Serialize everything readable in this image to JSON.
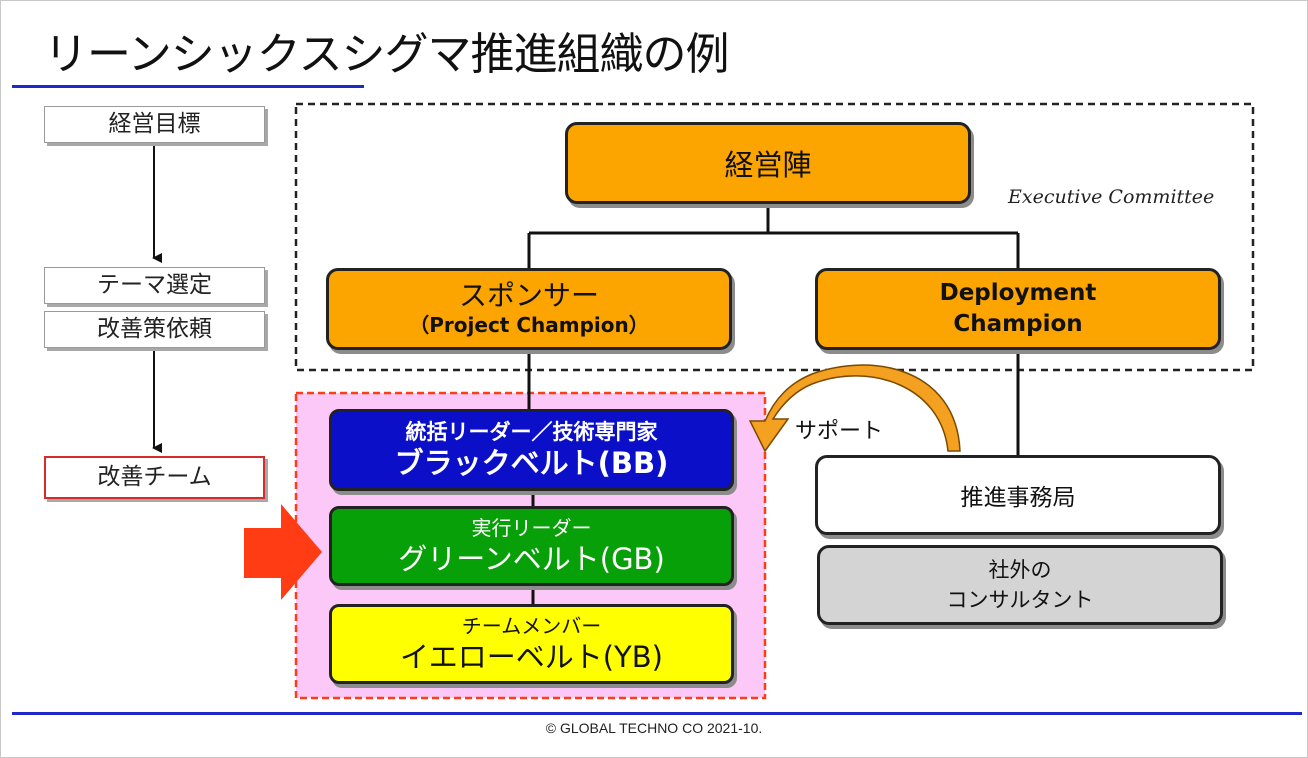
{
  "title": "リーンシックスシグマ推進組織の例",
  "left_flow": {
    "goal": "経営目標",
    "theme": "テーマ選定",
    "request": "改善策依頼",
    "team": "改善チーム"
  },
  "executive_committee_label": "Executive Committee",
  "management": "経営陣",
  "sponsor": {
    "name": "スポンサー",
    "sub": "（Project Champion）"
  },
  "deployment_champion": {
    "line1": "Deployment",
    "line2": "Champion"
  },
  "black_belt": {
    "role": "統括リーダー／技術専門家",
    "belt": "ブラックベルト(BB)",
    "color": "#0b10c8"
  },
  "green_belt": {
    "role": "実行リーダー",
    "belt": "グリーンベルト(GB)",
    "color": "#08a008"
  },
  "yellow_belt": {
    "role": "チームメンバー",
    "belt": "イエローベルト(YB)",
    "color": "#ffff00"
  },
  "support_label": "サポート",
  "office": "推進事務局",
  "consultant": {
    "line1": "社外の",
    "line2": "コンサルタント"
  },
  "colors": {
    "executive": "#fca400",
    "team_area": "#fcc8f8",
    "accent_red": "#ff3c14",
    "title_rule": "#1f28c8"
  },
  "footer": "© GLOBAL TECHNO CO 2021-10."
}
